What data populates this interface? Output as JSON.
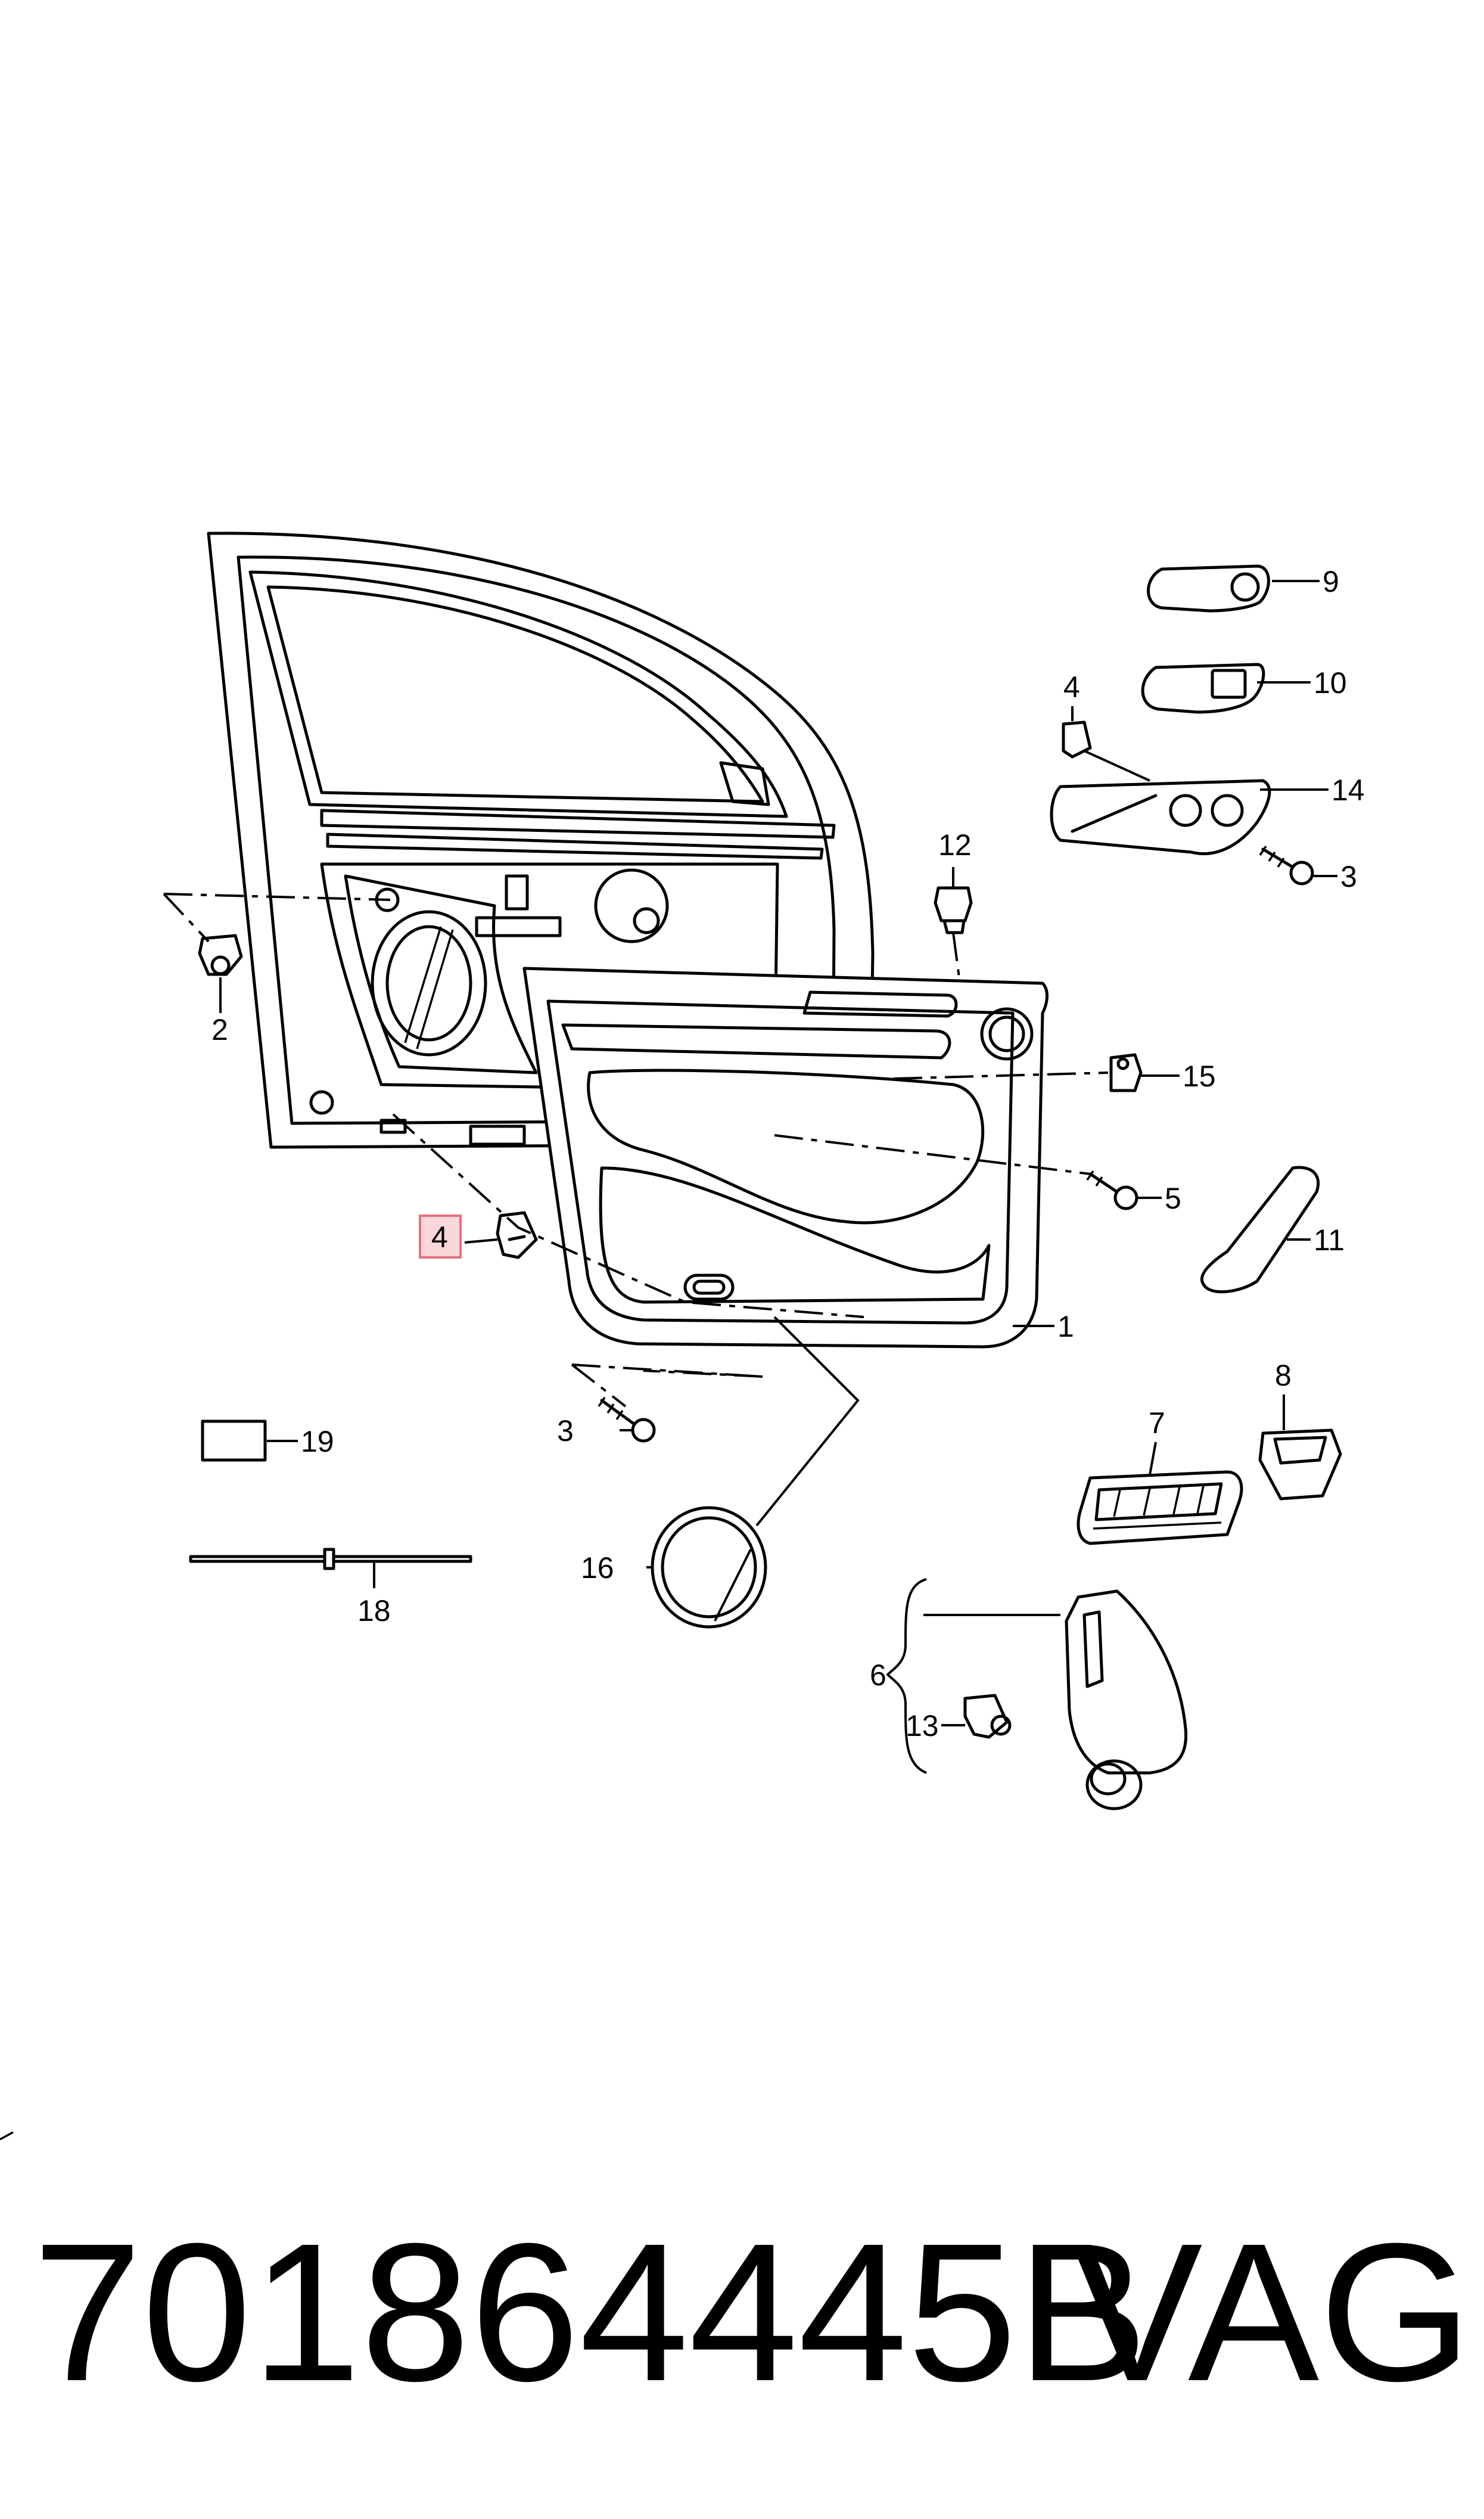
{
  "callouts": {
    "c1": "1",
    "c2": "2",
    "c3a": "3",
    "c3b": "3",
    "c4a": "4",
    "c4b": "4",
    "c5": "5",
    "c6": "6",
    "c7": "7",
    "c8": "8",
    "c9": "9",
    "c10": "10",
    "c11": "11",
    "c12": "12",
    "c13": "13",
    "c14": "14",
    "c15": "15",
    "c16": "16",
    "c18": "18",
    "c19": "19"
  },
  "highlight": {
    "callout": "4",
    "color": "#f9d6d9",
    "border": "#e5707c"
  },
  "footer": {
    "part_number": "701864445B",
    "brand": "VAG"
  }
}
